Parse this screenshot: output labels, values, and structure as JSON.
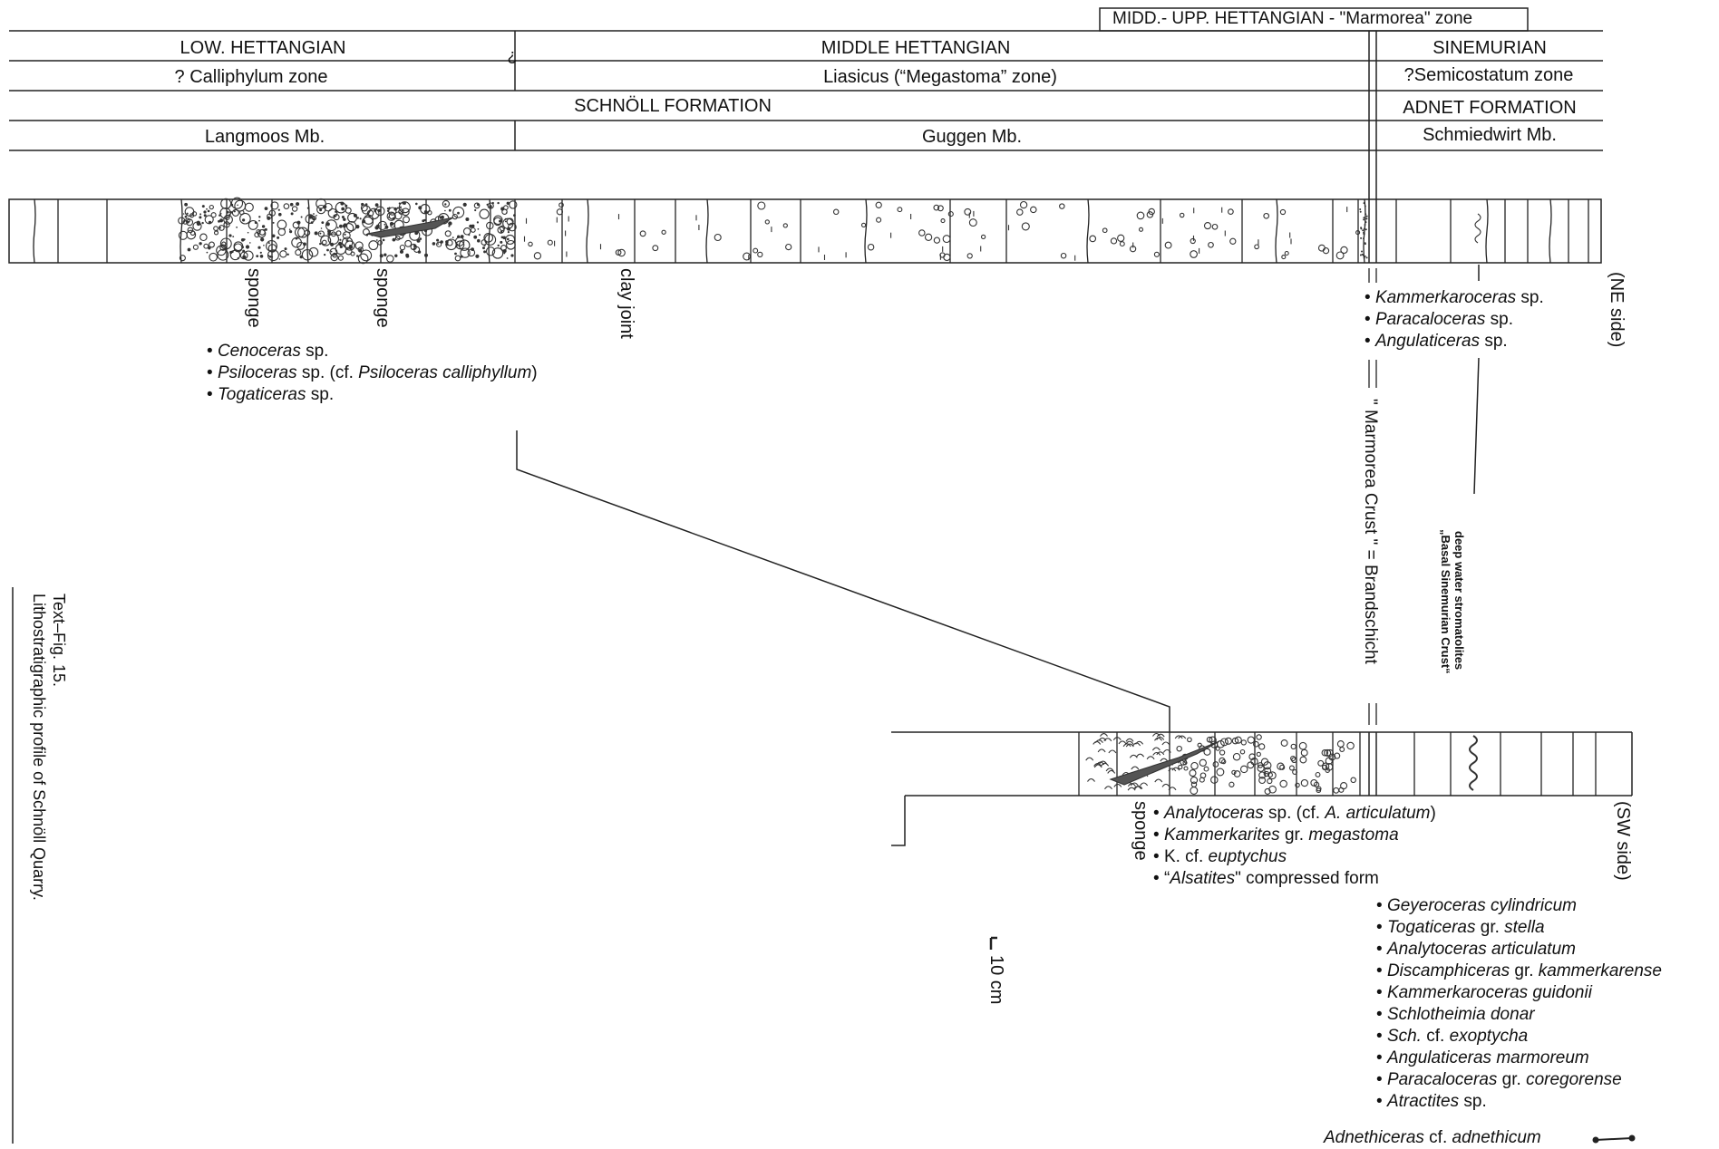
{
  "header": {
    "top_zone": "MIDD.- UPP. HETTANGIAN - \"Marmorea\" zone",
    "stage_low": "LOW. HETTANGIAN",
    "stage_middle": "MIDDLE HETTANGIAN",
    "stage_sinemurian": "SINEMURIAN",
    "query_mark": "?",
    "zone_low": "? Calliphylum zone",
    "zone_middle": "Liasicus (“Megastoma” zone)",
    "zone_sinemurian": "?Semicostatum zone",
    "formation_schnoll": "SCHNÖLL FORMATION",
    "formation_adnet": "ADNET FORMATION",
    "member_langmoos": "Langmoos Mb.",
    "member_guggen": "Guggen Mb.",
    "member_schmiedwirt": "Schmiedwirt Mb."
  },
  "labels": {
    "sponge_1": "sponge",
    "sponge_2": "sponge",
    "clay_joint": "clay joint",
    "ne_side": "(NE side)",
    "sw_side": "(SW side)",
    "marmorea_crust": "\" Marmorea Crust \" = Brandschicht",
    "stromatolites_1": "deep water stromatolites",
    "stromatolites_2": "„Basal Sinemurian Crust“",
    "sponge_lower": "sponge",
    "scale": "10 cm",
    "caption_1": "Text–Fig. 15.",
    "caption_2": "Lithostratigraphic profile of Schnöll Quarry."
  },
  "fossils_upper_left": [
    {
      "genus": "Cenoceras",
      "rest": " sp."
    },
    {
      "genus": "Psiloceras",
      "rest": " sp. (cf. ",
      "genus2": "Psiloceras calliphyllum",
      "rest2": ")"
    },
    {
      "genus": "Togaticeras",
      "rest": " sp."
    }
  ],
  "fossils_upper_right": [
    {
      "genus": "Kammerkaroceras",
      "rest": " sp."
    },
    {
      "genus": "Paracaloceras",
      "rest": " sp."
    },
    {
      "genus": "Angulaticeras",
      "rest": " sp."
    }
  ],
  "fossils_lower_mid": [
    {
      "genus": "Analytoceras",
      "rest": " sp. (cf. ",
      "genus2": "A. articulatum",
      "rest2": ")"
    },
    {
      "genus": "Kammerkarites",
      "rest": " gr. ",
      "genus2": "megastoma",
      "rest2": ""
    },
    {
      "genus": "K.",
      "plain_first": true,
      "rest": " cf. ",
      "genus2": "euptychus",
      "rest2": ""
    },
    {
      "pre": "“",
      "genus": "Alsatites",
      "rest": "\" compressed form"
    }
  ],
  "fossils_lower_right": [
    {
      "genus": "Geyeroceras cylindricum",
      "rest": ""
    },
    {
      "genus": "Togaticeras",
      "rest": " gr. ",
      "genus2": "stella",
      "rest2": ""
    },
    {
      "genus": "Analytoceras articulatum",
      "rest": ""
    },
    {
      "genus": "Discamphiceras",
      "rest": " gr. ",
      "genus2": "kammerkarense",
      "rest2": ""
    },
    {
      "genus": "Kammerkaroceras guidonii",
      "rest": ""
    },
    {
      "genus": "Schlotheimia donar",
      "rest": ""
    },
    {
      "genus": "Sch.",
      "rest": " cf. ",
      "genus2": "exoptycha",
      "rest2": ""
    },
    {
      "genus": "Angulaticeras marmoreum",
      "rest": ""
    },
    {
      "genus": "Paracaloceras",
      "rest": " gr. ",
      "genus2": "coregorense",
      "rest2": ""
    },
    {
      "genus": "Atractites",
      "rest": " sp."
    }
  ],
  "adnethiceras": {
    "genus": "Adnethiceras",
    "rest": " cf. ",
    "genus2": "adnethicum"
  }
}
